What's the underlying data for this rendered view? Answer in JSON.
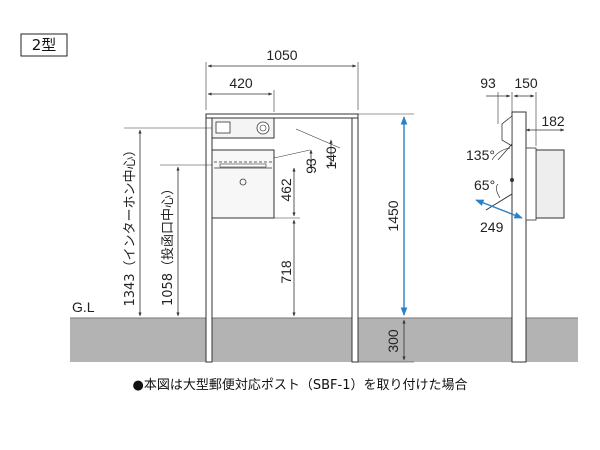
{
  "type_label": "2型",
  "gl_label": "G.L",
  "front_view": {
    "width_total": "1050",
    "width_box": "420",
    "dim_140": "140",
    "dim_93": "93",
    "dim_462": "462",
    "dim_718": "718",
    "height_1450": "1450",
    "depth_300": "300",
    "intercom_height": "1343（インターホン中心）",
    "slot_height": "1058（投函口中心）"
  },
  "side_view": {
    "dim_93": "93",
    "dim_150": "150",
    "dim_182": "182",
    "angle_135": "135°",
    "angle_65": "65°",
    "dim_249": "249"
  },
  "note": "●本図は大型郵便対応ポスト（SBF-1）を取り付けた場合",
  "colors": {
    "ground": "#b3b3b3",
    "dimension_line": "#333333",
    "accent_arrow": "#2b7fc4",
    "fill_light": "#eeeeee"
  }
}
